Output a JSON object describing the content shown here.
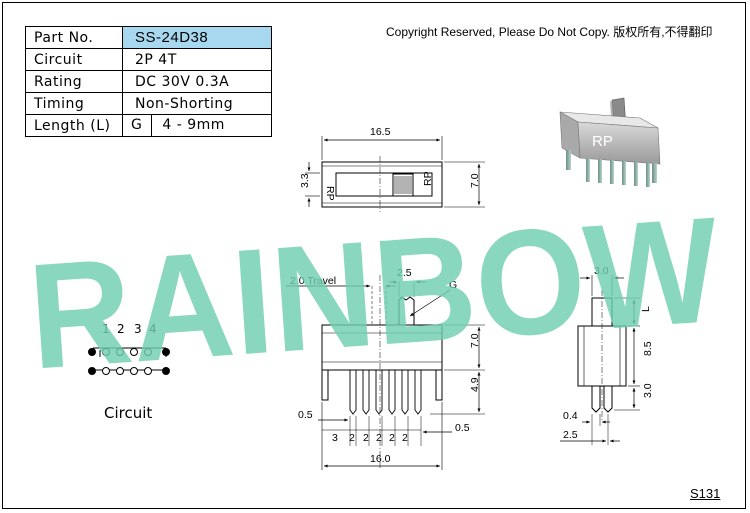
{
  "spec_table": {
    "part_no_label": "Part No.",
    "part_no": "SS-24D38",
    "rows": [
      {
        "label": "Circuit",
        "value": "2P 4T"
      },
      {
        "label": "Rating",
        "value": "DC 30V 0.3A"
      },
      {
        "label": "Timing",
        "value": "Non-Shorting"
      }
    ],
    "length_label": "Length (L)",
    "length_code": "G",
    "length_value": "4 - 9mm"
  },
  "copyright": "Copyright Reserved, Please Do Not Copy. 版权所有,不得翻印",
  "watermark": "RAINBOW",
  "product_marking": "RP",
  "circuit": {
    "label": "Circuit",
    "pin_numbers": [
      "1",
      "2",
      "3",
      "4"
    ]
  },
  "dimensions": {
    "top_width": "16.5",
    "top_inner": "3.3",
    "top_height": "7.0",
    "travel": "2.0 Travel",
    "knob_width": "2.5",
    "g_label": "G",
    "body_height": "7.0",
    "pin_length": "4.9",
    "pin_thickness": "0.5",
    "first_pitch": "3",
    "pitches": [
      "2",
      "2",
      "2",
      "2",
      "2"
    ],
    "end_offset": "0.5",
    "total_width": "16.0",
    "side_knob": "3.0",
    "side_l": "L",
    "side_body": "8.5",
    "side_pin": "3.0",
    "side_pin_thk": "0.4",
    "side_pin_pitch": "2.5"
  },
  "drawing_code": "S131",
  "colors": {
    "part_no_bg": "#a8d8f0",
    "watermark": "#6fcfb0"
  }
}
